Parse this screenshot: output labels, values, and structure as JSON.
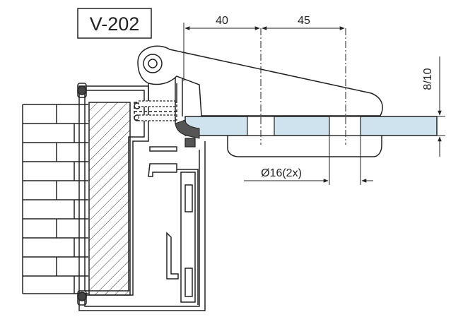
{
  "drawing": {
    "model_label": "V-202",
    "dimensions": {
      "top_left": "40",
      "top_right": "45",
      "glass_thickness": "8/10",
      "hole_diameter": "Ø16(2x)"
    }
  },
  "colors": {
    "glass": "#cfe3ef",
    "line": "#2a2a2a",
    "hatch": "#333333",
    "background": "#ffffff"
  }
}
